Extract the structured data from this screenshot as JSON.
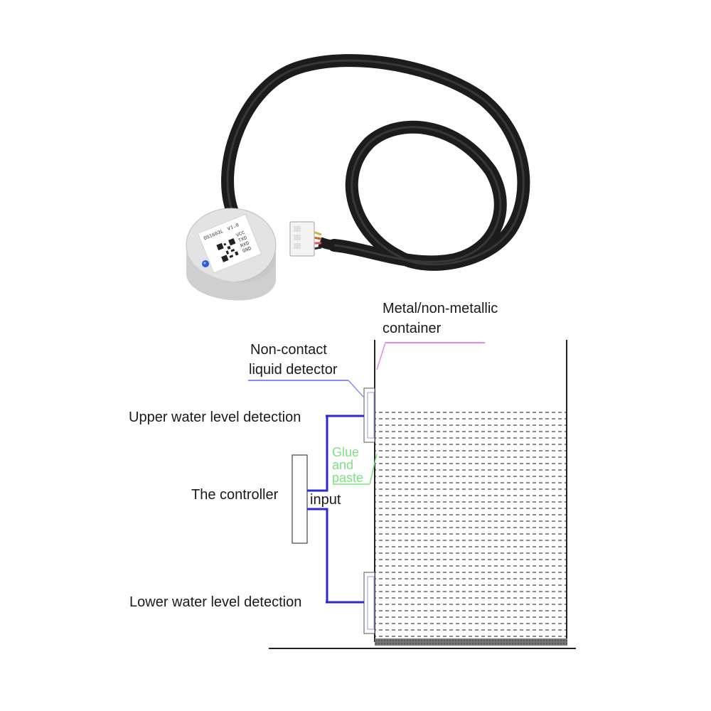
{
  "product_label": {
    "model": "DS1603L",
    "version": "V1.0",
    "pins": [
      "VCC",
      "TXD",
      "RXD",
      "GND"
    ]
  },
  "diagram": {
    "container_label_line1": "Metal/non-metallic",
    "container_label_line2": "container",
    "detector_label_line1": "Non-contact",
    "detector_label_line2": "liquid detector",
    "upper_label": "Upper water level detection",
    "lower_label": "Lower water level detection",
    "controller_label": "The controller",
    "input_label": "input",
    "glue_line1": "Glue",
    "glue_line2": "and",
    "glue_line3": "paste"
  },
  "colors": {
    "wire_blue": "#2a2ad0",
    "container_pointer_pink": "#e58ae5",
    "detector_pointer_blue": "#8a8af0",
    "glue_green": "#7fe07f",
    "sensor_body": "#d9d9d9",
    "cable": "#1c1c1c"
  }
}
